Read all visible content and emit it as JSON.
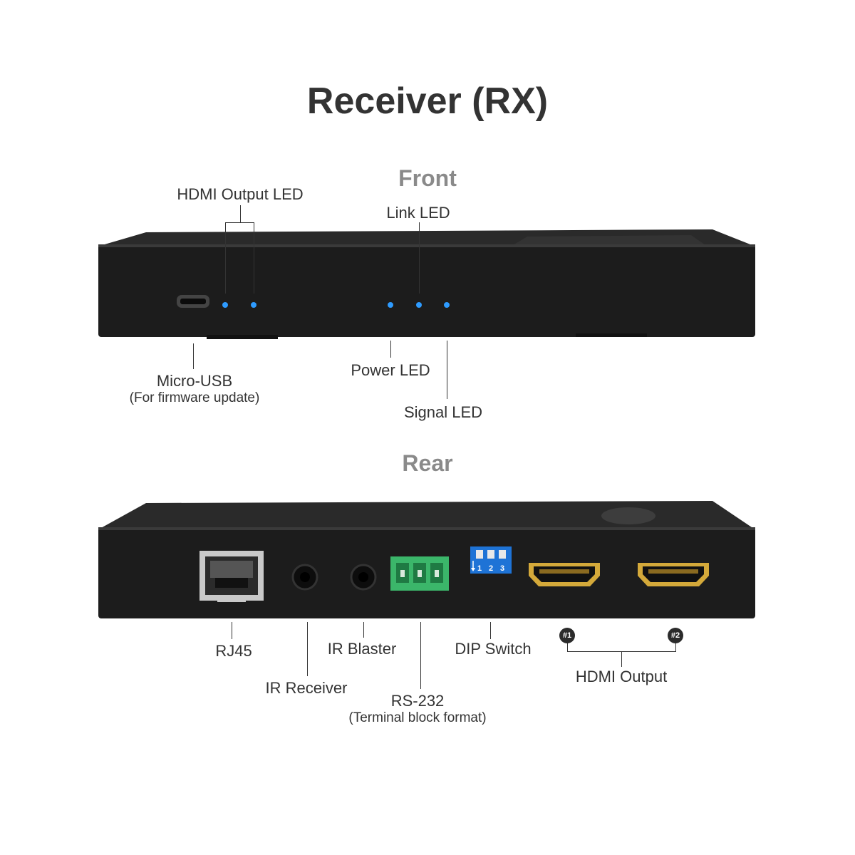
{
  "title": "Receiver (RX)",
  "front": {
    "heading": "Front",
    "labels": {
      "hdmi_output_led": "HDMI Output LED",
      "link_led": "Link LED",
      "micro_usb": "Micro-USB",
      "micro_usb_note": "(For firmware update)",
      "power_led": "Power LED",
      "signal_led": "Signal LED"
    }
  },
  "rear": {
    "heading": "Rear",
    "labels": {
      "rj45": "RJ45",
      "ir_receiver": "IR Receiver",
      "ir_blaster": "IR Blaster",
      "rs232": "RS-232",
      "rs232_note": "(Terminal block format)",
      "dip_switch": "DIP Switch",
      "hdmi_output": "HDMI Output",
      "hdmi_1": "#1",
      "hdmi_2": "#2"
    },
    "dip_numbers": [
      "1",
      "2",
      "3"
    ]
  },
  "colors": {
    "device_body": "#1c1c1c",
    "led_blue": "#2e9bff",
    "terminal_green": "#3bb66a",
    "dip_blue": "#1e73d6",
    "hdmi_gold": "#d4a93a"
  }
}
